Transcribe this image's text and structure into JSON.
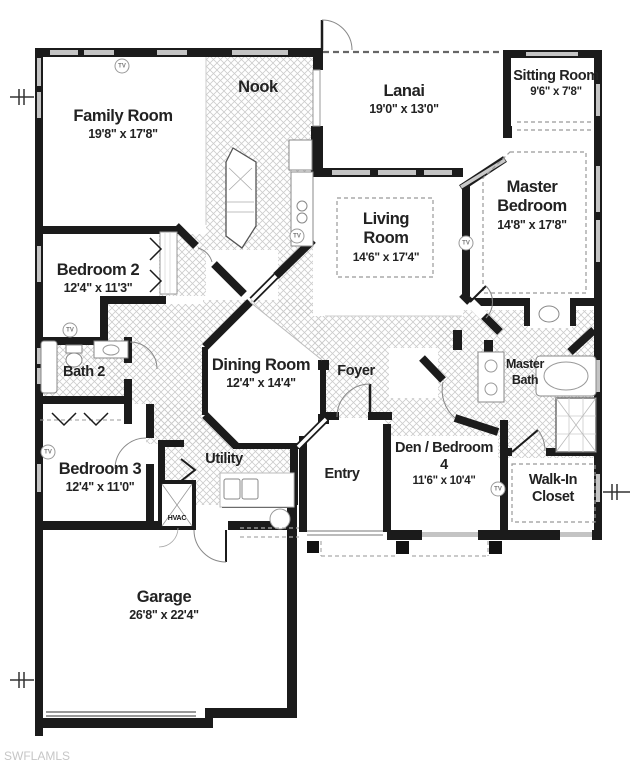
{
  "watermark": "SWFLAMLS",
  "labels": {
    "tv": "TV",
    "hvac": "HVAC"
  },
  "colors": {
    "wall": "#1b1b1b",
    "hatch_line": "#cccccc",
    "window": "#c4c4c4",
    "text": "#222222",
    "watermark": "#c6c6c6"
  },
  "rooms": [
    {
      "id": "family-room",
      "name": "Family Room",
      "dims": "19'8\" x 17'8\""
    },
    {
      "id": "nook",
      "name": "Nook",
      "dims": ""
    },
    {
      "id": "lanai",
      "name": "Lanai",
      "dims": "19'0\" x 13'0\""
    },
    {
      "id": "sitting-room",
      "name": "Sitting Room",
      "dims": "9'6\" x 7'8\""
    },
    {
      "id": "master-bedroom",
      "name": "Master Bedroom",
      "dims": "14'8\" x 17'8\""
    },
    {
      "id": "bedroom-2",
      "name": "Bedroom 2",
      "dims": "12'4\" x 11'3\""
    },
    {
      "id": "living-room",
      "name": "Living Room",
      "dims": "14'6\" x 17'4\""
    },
    {
      "id": "bath-2",
      "name": "Bath 2",
      "dims": ""
    },
    {
      "id": "dining-room",
      "name": "Dining Room",
      "dims": "12'4\" x 14'4\""
    },
    {
      "id": "foyer",
      "name": "Foyer",
      "dims": ""
    },
    {
      "id": "master-bath",
      "name": "Master Bath",
      "dims": ""
    },
    {
      "id": "bedroom-3",
      "name": "Bedroom 3",
      "dims": "12'4\" x 11'0\""
    },
    {
      "id": "utility",
      "name": "Utility",
      "dims": ""
    },
    {
      "id": "entry",
      "name": "Entry",
      "dims": ""
    },
    {
      "id": "den-bedroom-4",
      "name": "Den / Bedroom 4",
      "dims": "11'6\" x 10'4\""
    },
    {
      "id": "walk-in-closet",
      "name": "Walk-In Closet",
      "dims": ""
    },
    {
      "id": "garage",
      "name": "Garage",
      "dims": "26'8\" x 22'4\""
    }
  ]
}
